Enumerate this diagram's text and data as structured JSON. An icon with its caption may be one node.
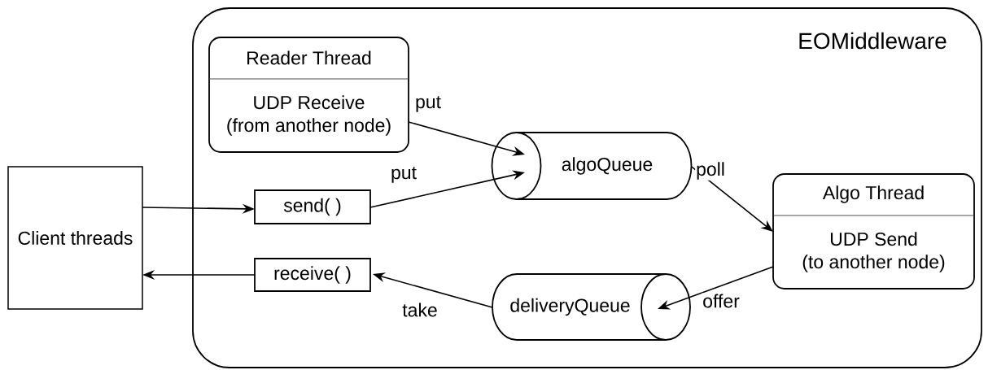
{
  "diagram": {
    "nodes": [
      {
        "text": [
          "EOMiddleware"
        ]
      },
      {
        "text": [
          "Reader Thread",
          "UDP Receive (from another node)"
        ],
        "in": 0
      },
      {
        "text": [
          "algoQueue"
        ],
        "in": 0
      },
      {
        "text": [
          "send( )"
        ],
        "in": 0
      },
      {
        "text": [
          "Client threads"
        ]
      },
      {
        "text": [
          "Algo Thread",
          "UDP Send (to another node)"
        ],
        "in": 0
      },
      {
        "text": [
          "receive( )"
        ],
        "in": 0
      },
      {
        "text": [
          "deliveryQueue"
        ],
        "in": 0
      }
    ],
    "edges": [
      {
        "from": 1,
        "to": 2,
        "arrow": "to",
        "label": "put"
      },
      {
        "from": 3,
        "to": 2,
        "arrow": "to",
        "label": "put"
      },
      {
        "from": 4,
        "to": 3,
        "arrow": "to"
      },
      {
        "from": 2,
        "to": 5,
        "arrow": "to",
        "label": "poll"
      },
      {
        "from": 5,
        "to": 7,
        "arrow": "to",
        "label": "offer"
      },
      {
        "from": 7,
        "to": 6,
        "arrow": "to",
        "label": "take"
      },
      {
        "from": 6,
        "to": 4,
        "arrow": "to"
      }
    ]
  }
}
